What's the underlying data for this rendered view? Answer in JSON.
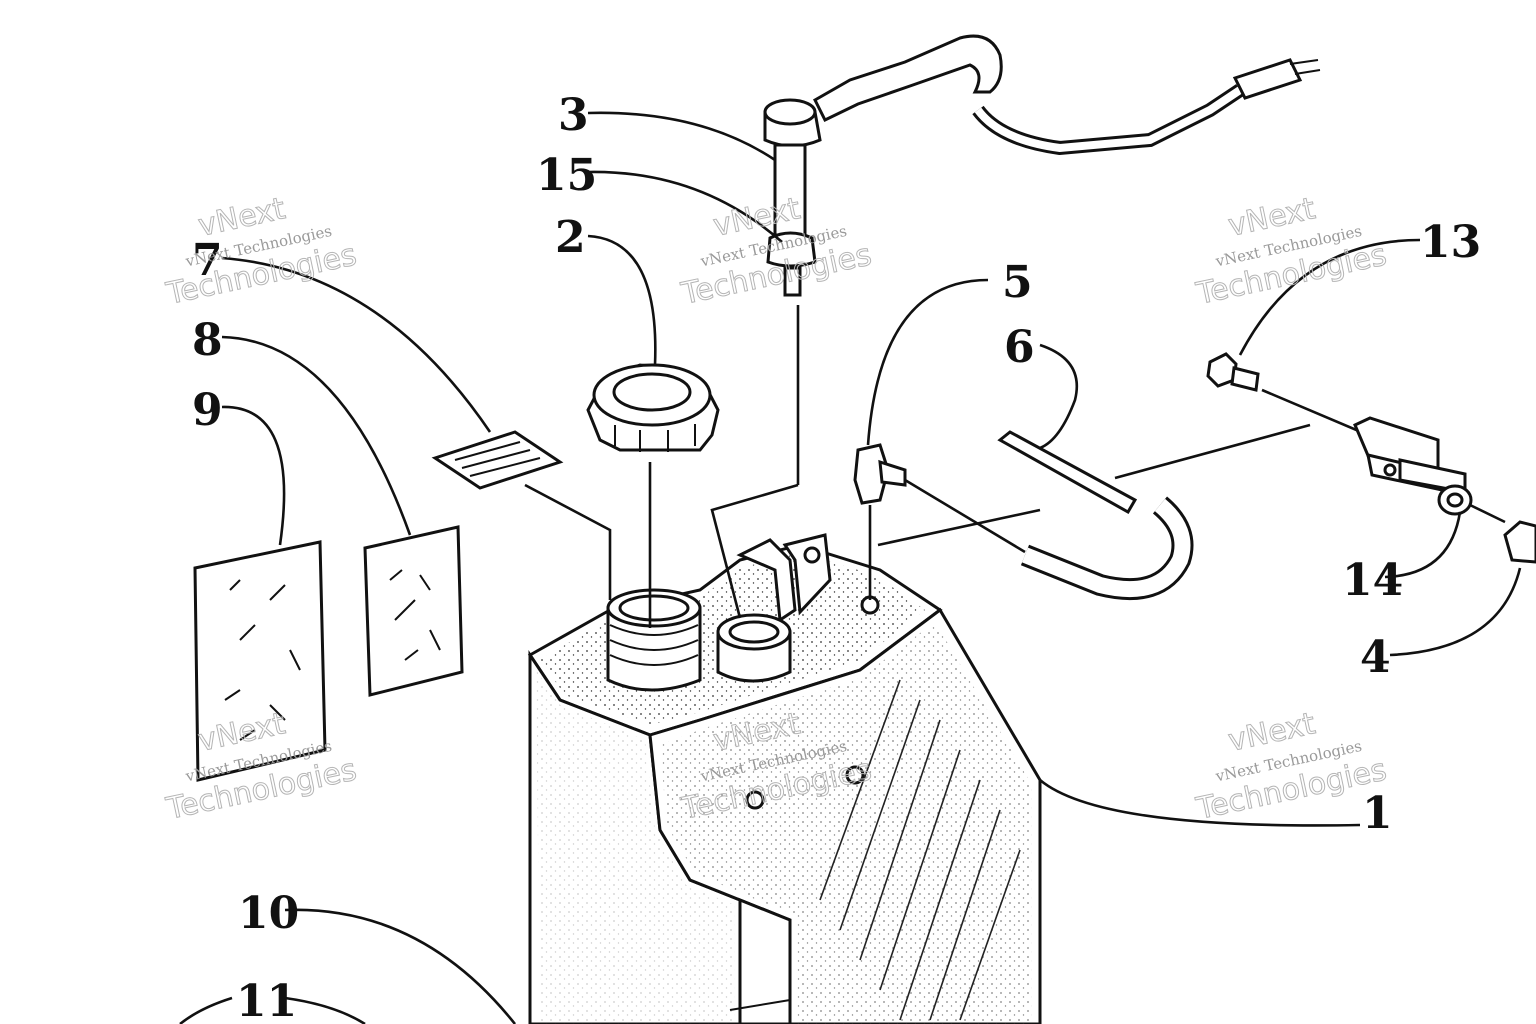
{
  "callouts": {
    "c1": "1",
    "c2": "2",
    "c3": "3",
    "c4": "4",
    "c5": "5",
    "c6": "6",
    "c7": "7",
    "c8": "8",
    "c9": "9",
    "c10": "10",
    "c11": "11",
    "c13": "13",
    "c14": "14",
    "c15": "15"
  },
  "watermark": {
    "company": "vNext Technologies",
    "brand_top": "vNext",
    "brand_bottom": "Technologies"
  }
}
